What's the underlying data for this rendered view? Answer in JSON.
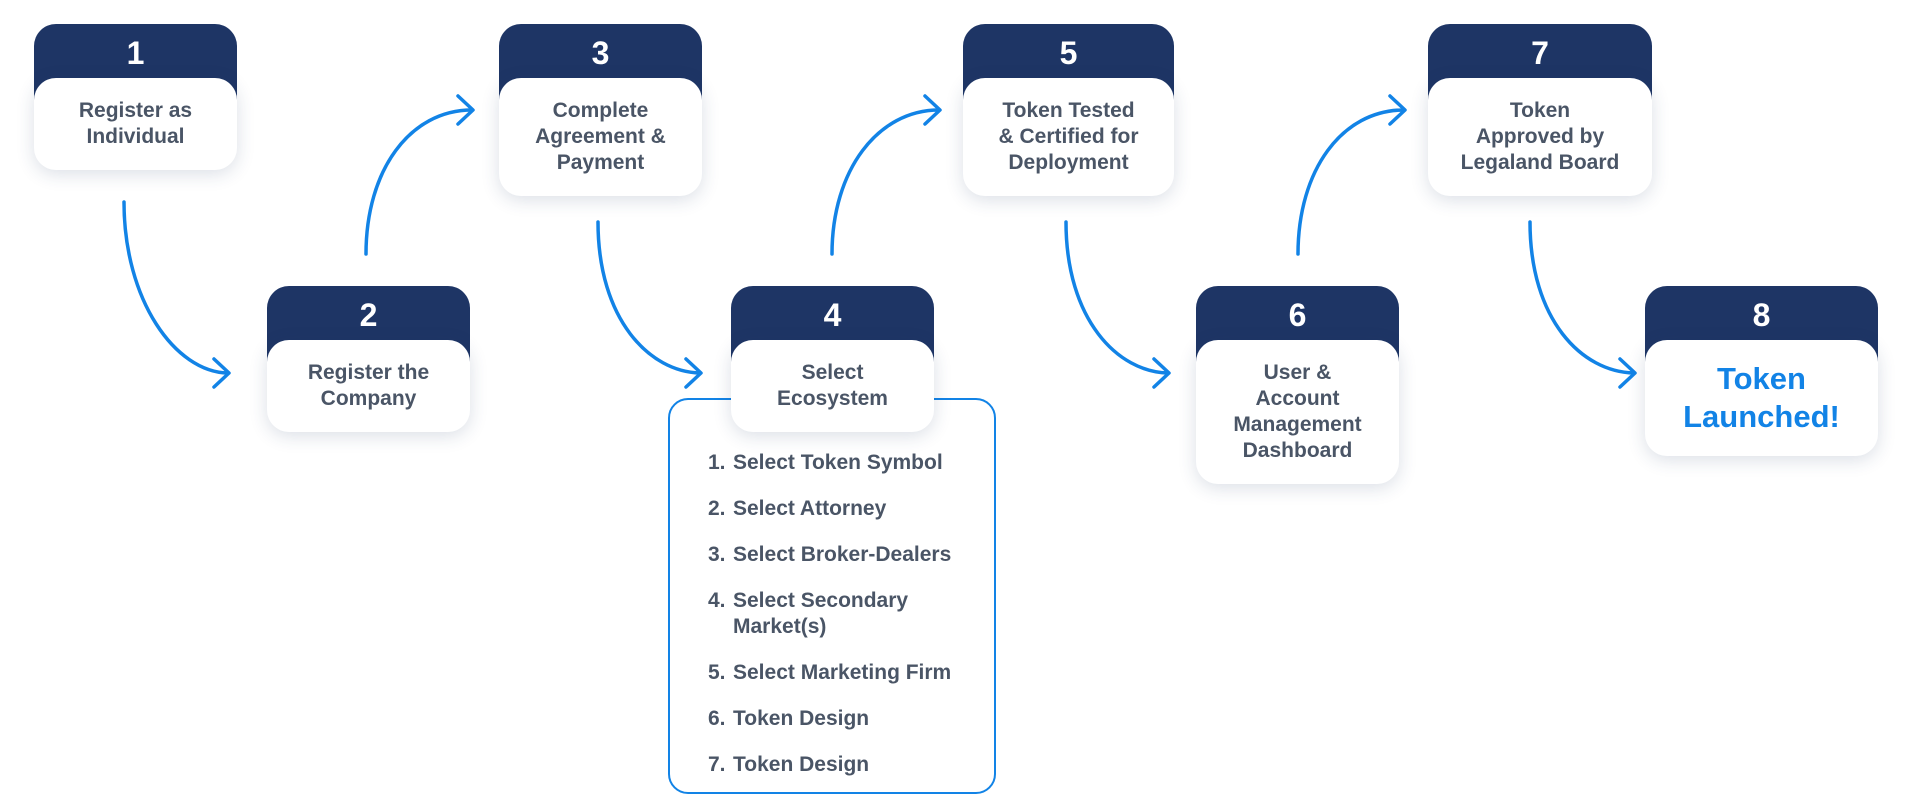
{
  "colors": {
    "header": "#1e3565",
    "accent": "#1283e6",
    "text": "#4a5566"
  },
  "steps": [
    {
      "number": "1",
      "label": "Register as\nIndividual"
    },
    {
      "number": "2",
      "label": "Register the\nCompany"
    },
    {
      "number": "3",
      "label": "Complete\nAgreement &\nPayment"
    },
    {
      "number": "4",
      "label": "Select\nEcosystem"
    },
    {
      "number": "5",
      "label": "Token Tested\n& Certified for\nDeployment"
    },
    {
      "number": "6",
      "label": "User &\nAccount\nManagement\nDashboard"
    },
    {
      "number": "7",
      "label": "Token\nApproved by\nLegaland Board"
    },
    {
      "number": "8",
      "label": "Token\nLaunched!"
    }
  ],
  "ecosystem_items": [
    {
      "num": "1.",
      "text": "Select Token Symbol"
    },
    {
      "num": "2.",
      "text": "Select Attorney"
    },
    {
      "num": "3.",
      "text": "Select Broker-Dealers"
    },
    {
      "num": "4.",
      "text": "Select Secondary Market(s)"
    },
    {
      "num": "5.",
      "text": "Select Marketing Firm"
    },
    {
      "num": "6.",
      "text": "Token Design"
    },
    {
      "num": "7.",
      "text": "Token Design"
    }
  ]
}
